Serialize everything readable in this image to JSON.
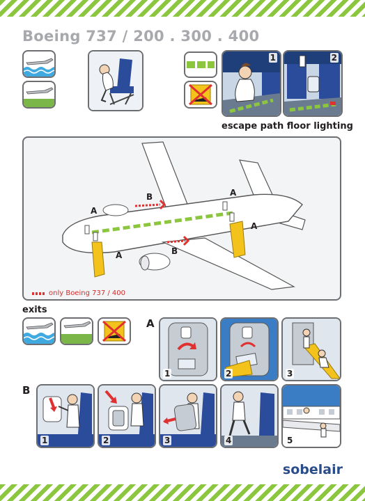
{
  "title": "Boeing 737 / 200 . 300 . 400",
  "top_row": {
    "panel1_number": "1",
    "panel2_number": "2",
    "floor_lighting_caption": "escape path floor lighting"
  },
  "plane": {
    "door_labels": [
      "A",
      "A",
      "A",
      "A",
      "B",
      "B"
    ],
    "legend_text": "only Boeing 737 / 400"
  },
  "exits": {
    "caption": "exits",
    "sequence_A_label": "A",
    "sequence_A_steps": [
      "1",
      "2",
      "3"
    ],
    "sequence_B_label": "B",
    "sequence_B_steps": [
      "1",
      "2",
      "3",
      "4",
      "5"
    ]
  },
  "brand": "sobelair",
  "colors": {
    "stripe_green": "#8cc63f",
    "arrow_red": "#e03131",
    "slide_yellow": "#f3c31b",
    "seat_blue": "#2b4c9b",
    "brand_blue": "#2a4c8b"
  },
  "icons": [
    "water-landing-icon",
    "land-landing-icon",
    "brace-position-icon",
    "floor-lighting-icon",
    "no-high-heels-icon"
  ]
}
